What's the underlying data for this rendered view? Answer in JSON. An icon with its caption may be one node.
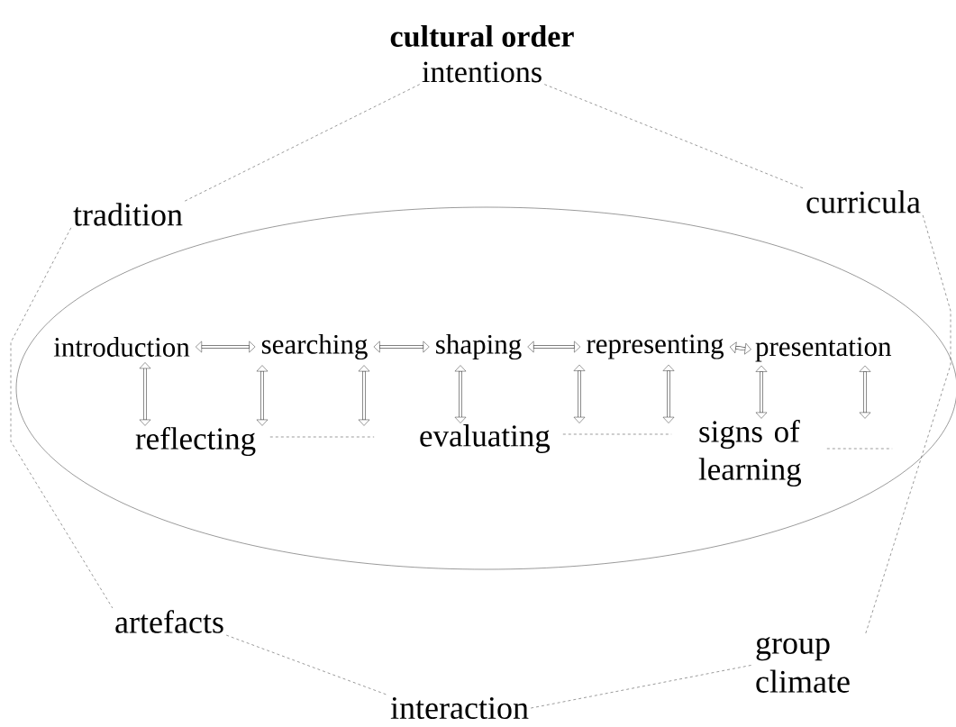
{
  "diagram": {
    "title": "cultural order",
    "nodes": [
      {
        "text": [
          "intentions"
        ]
      },
      {
        "text": [
          "tradition"
        ]
      },
      {
        "text": [
          "curricula"
        ]
      },
      {
        "text": [],
        "shape": "ellipse"
      },
      {
        "text": [
          "introduction"
        ],
        "in": 3
      },
      {
        "text": [
          "searching"
        ],
        "in": 3
      },
      {
        "text": [
          "shaping"
        ],
        "in": 3
      },
      {
        "text": [
          "representing"
        ],
        "in": 3
      },
      {
        "text": [
          "presentation"
        ],
        "in": 3
      },
      {
        "text": [
          "reflecting"
        ],
        "in": 3
      },
      {
        "text": [
          "evaluating"
        ],
        "in": 3
      },
      {
        "text": [
          "signs of learning"
        ],
        "in": 3
      },
      {
        "text": [
          "artefacts"
        ]
      },
      {
        "text": [
          "interaction"
        ]
      },
      {
        "text": [
          "group climate"
        ]
      }
    ],
    "edges": [
      {
        "from": 4,
        "to": 5,
        "arrow": "both"
      },
      {
        "from": 5,
        "to": 6,
        "arrow": "both"
      },
      {
        "from": 6,
        "to": 7,
        "arrow": "both"
      },
      {
        "from": 7,
        "to": 8,
        "arrow": "both"
      },
      {
        "from": 4,
        "to": 9,
        "arrow": "both"
      },
      {
        "from": 5,
        "to": 9,
        "arrow": "both"
      },
      {
        "from": 5,
        "to": 9,
        "arrow": "both"
      },
      {
        "from": 6,
        "to": 10,
        "arrow": "both"
      },
      {
        "from": 7,
        "to": 10,
        "arrow": "both"
      },
      {
        "from": 7,
        "to": 10,
        "arrow": "both"
      },
      {
        "from": 8,
        "to": 11,
        "arrow": "both"
      },
      {
        "from": 8,
        "to": 11,
        "arrow": "both"
      },
      {
        "from": 0,
        "to": 1,
        "arrow": "none",
        "style": "dashed"
      },
      {
        "from": 0,
        "to": 2,
        "arrow": "none",
        "style": "dashed"
      },
      {
        "from": 1,
        "to": 12,
        "arrow": "none",
        "style": "dashed"
      },
      {
        "from": 2,
        "to": 14,
        "arrow": "none",
        "style": "dashed"
      },
      {
        "from": 12,
        "to": 13,
        "arrow": "none",
        "style": "dashed"
      },
      {
        "from": 13,
        "to": 14,
        "arrow": "none",
        "style": "dashed"
      }
    ]
  }
}
